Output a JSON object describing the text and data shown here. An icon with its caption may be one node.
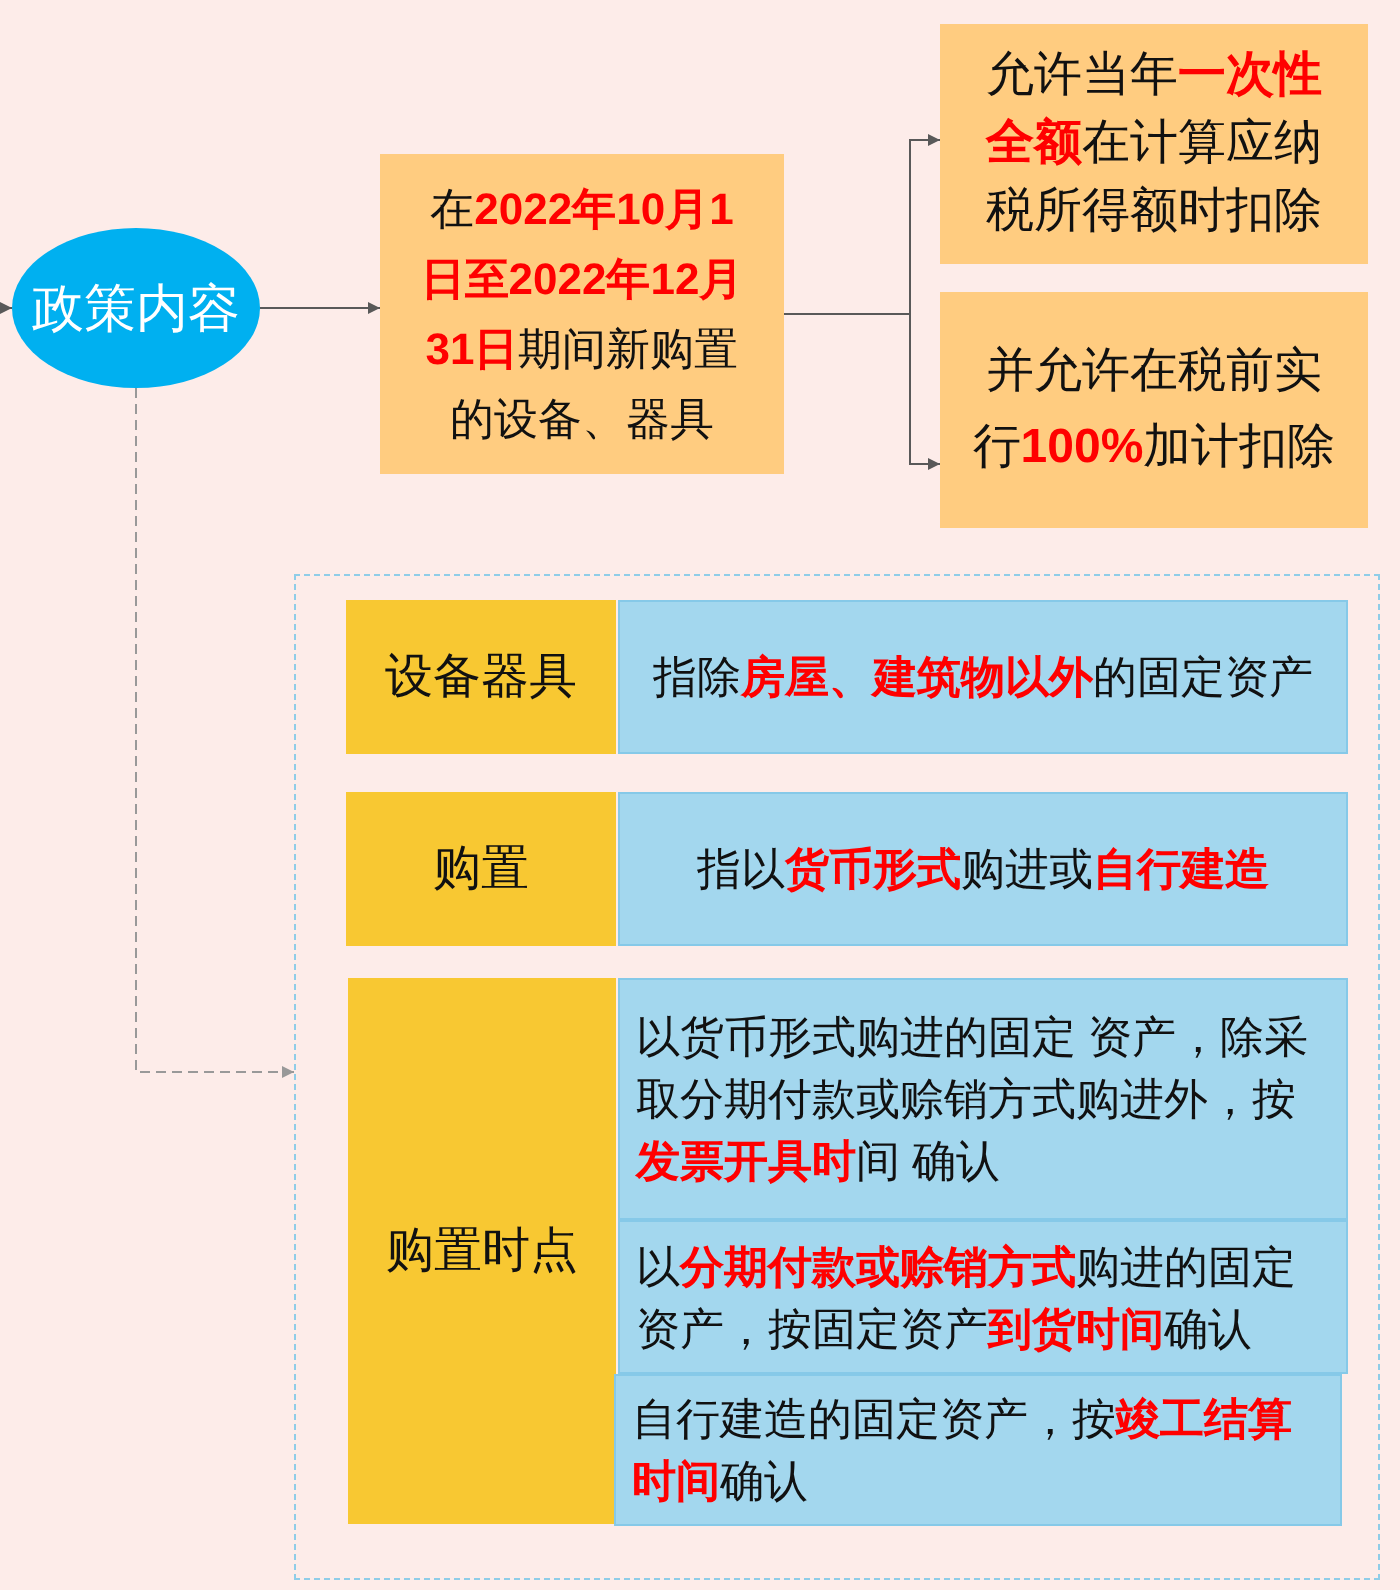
{
  "diagram": {
    "nodes": [
      {
        "text": [
          "政策内容"
        ]
      },
      {
        "text": [
          "在**2022年10月1日至2022年12月31日**期间新购置的设备、器具"
        ]
      },
      {
        "text": [
          "允许当年**一次性全额**在计算应纳税所得额时扣除"
        ]
      },
      {
        "text": [
          "并允许在税前实行**100%**加计扣除"
        ]
      },
      {
        "text": [],
        "shape": "box"
      },
      {
        "text": [
          "设备器具"
        ],
        "in": 4
      },
      {
        "text": [
          "指除**房屋、建筑物以外**的固定资产"
        ],
        "in": 4
      },
      {
        "text": [
          "购置"
        ],
        "in": 4
      },
      {
        "text": [
          "指以**货币形式**购进或**自行建造**"
        ],
        "in": 4
      },
      {
        "text": [
          "购置时点"
        ],
        "in": 4
      },
      {
        "text": [
          "以货币形式购进的固定 资产，除采取分期付款或赊销方式购进外，按**发票开具时**间 确认"
        ],
        "in": 4
      },
      {
        "text": [
          "以**分期付款或赊销方式**购进的固定资产，按固定资产**到货时间**确认"
        ],
        "in": 4
      },
      {
        "text": [
          "自行建造的固定资产，按**竣工结算时间**确认"
        ],
        "in": 4
      }
    ],
    "edges": [
      {
        "from": null,
        "to": 0,
        "arrow": "to"
      },
      {
        "from": 0,
        "to": 1,
        "arrow": "to"
      },
      {
        "from": 1,
        "to": 2,
        "arrow": "to"
      },
      {
        "from": 1,
        "to": 3,
        "arrow": "to"
      },
      {
        "from": 0,
        "to": 4,
        "arrow": "to",
        "style": "dashed",
        "color": "#999999"
      }
    ]
  }
}
